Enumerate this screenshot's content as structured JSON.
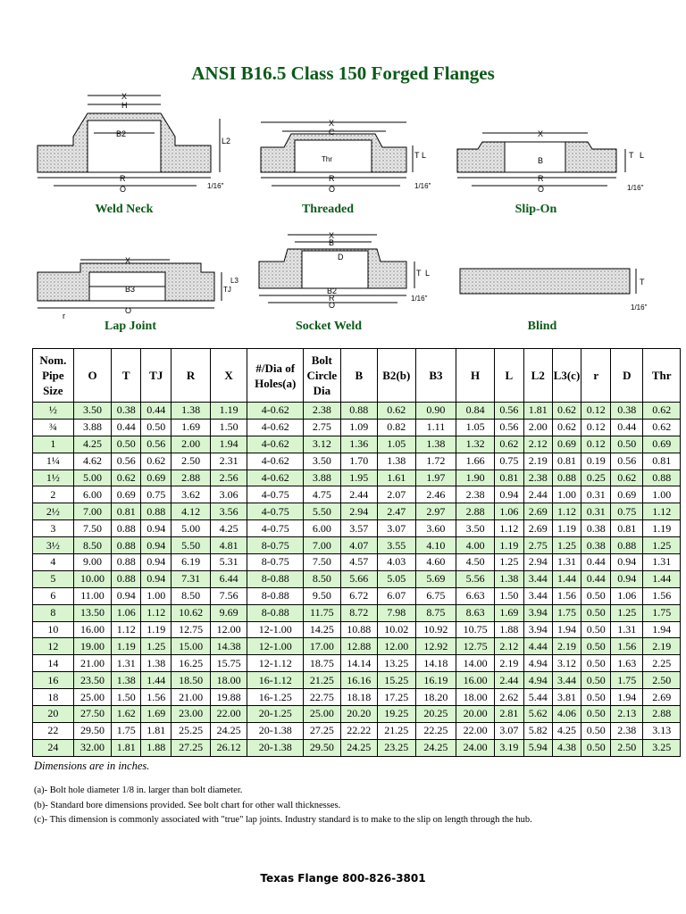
{
  "title": "ANSI B16.5 Class 150 Forged Flanges",
  "diagrams": [
    {
      "caption": "Weld Neck",
      "dims": [
        "X",
        "H",
        "B2",
        "L2",
        "R",
        "O",
        "1/16\""
      ]
    },
    {
      "caption": "Threaded",
      "dims": [
        "X",
        "C",
        "Thr",
        "T",
        "L",
        "R",
        "O",
        "1/16\""
      ]
    },
    {
      "caption": "Slip-On",
      "dims": [
        "X",
        "B",
        "T",
        "L",
        "R",
        "O",
        "1/16\""
      ]
    },
    {
      "caption": "Lap Joint",
      "dims": [
        "X",
        "B3",
        "TJ",
        "L3",
        "O",
        "r"
      ]
    },
    {
      "caption": "Socket Weld",
      "dims": [
        "X",
        "B",
        "D",
        "T",
        "L",
        "B2",
        "R",
        "O",
        "1/16\""
      ]
    },
    {
      "caption": "Blind",
      "dims": [
        "T",
        "1/16\""
      ]
    }
  ],
  "table": {
    "headers": [
      "Nom. Pipe Size",
      "O",
      "T",
      "TJ",
      "R",
      "X",
      "#/Dia of Holes(a)",
      "Bolt Circle Dia",
      "B",
      "B2(b)",
      "B3",
      "H",
      "L",
      "L2",
      "L3(c)",
      "r",
      "D",
      "Thr"
    ],
    "rows": [
      [
        "½",
        "3.50",
        "0.38",
        "0.44",
        "1.38",
        "1.19",
        "4-0.62",
        "2.38",
        "0.88",
        "0.62",
        "0.90",
        "0.84",
        "0.56",
        "1.81",
        "0.62",
        "0.12",
        "0.38",
        "0.62"
      ],
      [
        "¾",
        "3.88",
        "0.44",
        "0.50",
        "1.69",
        "1.50",
        "4-0.62",
        "2.75",
        "1.09",
        "0.82",
        "1.11",
        "1.05",
        "0.56",
        "2.00",
        "0.62",
        "0.12",
        "0.44",
        "0.62"
      ],
      [
        "1",
        "4.25",
        "0.50",
        "0.56",
        "2.00",
        "1.94",
        "4-0.62",
        "3.12",
        "1.36",
        "1.05",
        "1.38",
        "1.32",
        "0.62",
        "2.12",
        "0.69",
        "0.12",
        "0.50",
        "0.69"
      ],
      [
        "1¼",
        "4.62",
        "0.56",
        "0.62",
        "2.50",
        "2.31",
        "4-0.62",
        "3.50",
        "1.70",
        "1.38",
        "1.72",
        "1.66",
        "0.75",
        "2.19",
        "0.81",
        "0.19",
        "0.56",
        "0.81"
      ],
      [
        "1½",
        "5.00",
        "0.62",
        "0.69",
        "2.88",
        "2.56",
        "4-0.62",
        "3.88",
        "1.95",
        "1.61",
        "1.97",
        "1.90",
        "0.81",
        "2.38",
        "0.88",
        "0.25",
        "0.62",
        "0.88"
      ],
      [
        "2",
        "6.00",
        "0.69",
        "0.75",
        "3.62",
        "3.06",
        "4-0.75",
        "4.75",
        "2.44",
        "2.07",
        "2.46",
        "2.38",
        "0.94",
        "2.44",
        "1.00",
        "0.31",
        "0.69",
        "1.00"
      ],
      [
        "2½",
        "7.00",
        "0.81",
        "0.88",
        "4.12",
        "3.56",
        "4-0.75",
        "5.50",
        "2.94",
        "2.47",
        "2.97",
        "2.88",
        "1.06",
        "2.69",
        "1.12",
        "0.31",
        "0.75",
        "1.12"
      ],
      [
        "3",
        "7.50",
        "0.88",
        "0.94",
        "5.00",
        "4.25",
        "4-0.75",
        "6.00",
        "3.57",
        "3.07",
        "3.60",
        "3.50",
        "1.12",
        "2.69",
        "1.19",
        "0.38",
        "0.81",
        "1.19"
      ],
      [
        "3½",
        "8.50",
        "0.88",
        "0.94",
        "5.50",
        "4.81",
        "8-0.75",
        "7.00",
        "4.07",
        "3.55",
        "4.10",
        "4.00",
        "1.19",
        "2.75",
        "1.25",
        "0.38",
        "0.88",
        "1.25"
      ],
      [
        "4",
        "9.00",
        "0.88",
        "0.94",
        "6.19",
        "5.31",
        "8-0.75",
        "7.50",
        "4.57",
        "4.03",
        "4.60",
        "4.50",
        "1.25",
        "2.94",
        "1.31",
        "0.44",
        "0.94",
        "1.31"
      ],
      [
        "5",
        "10.00",
        "0.88",
        "0.94",
        "7.31",
        "6.44",
        "8-0.88",
        "8.50",
        "5.66",
        "5.05",
        "5.69",
        "5.56",
        "1.38",
        "3.44",
        "1.44",
        "0.44",
        "0.94",
        "1.44"
      ],
      [
        "6",
        "11.00",
        "0.94",
        "1.00",
        "8.50",
        "7.56",
        "8-0.88",
        "9.50",
        "6.72",
        "6.07",
        "6.75",
        "6.63",
        "1.50",
        "3.44",
        "1.56",
        "0.50",
        "1.06",
        "1.56"
      ],
      [
        "8",
        "13.50",
        "1.06",
        "1.12",
        "10.62",
        "9.69",
        "8-0.88",
        "11.75",
        "8.72",
        "7.98",
        "8.75",
        "8.63",
        "1.69",
        "3.94",
        "1.75",
        "0.50",
        "1.25",
        "1.75"
      ],
      [
        "10",
        "16.00",
        "1.12",
        "1.19",
        "12.75",
        "12.00",
        "12-1.00",
        "14.25",
        "10.88",
        "10.02",
        "10.92",
        "10.75",
        "1.88",
        "3.94",
        "1.94",
        "0.50",
        "1.31",
        "1.94"
      ],
      [
        "12",
        "19.00",
        "1.19",
        "1.25",
        "15.00",
        "14.38",
        "12-1.00",
        "17.00",
        "12.88",
        "12.00",
        "12.92",
        "12.75",
        "2.12",
        "4.44",
        "2.19",
        "0.50",
        "1.56",
        "2.19"
      ],
      [
        "14",
        "21.00",
        "1.31",
        "1.38",
        "16.25",
        "15.75",
        "12-1.12",
        "18.75",
        "14.14",
        "13.25",
        "14.18",
        "14.00",
        "2.19",
        "4.94",
        "3.12",
        "0.50",
        "1.63",
        "2.25"
      ],
      [
        "16",
        "23.50",
        "1.38",
        "1.44",
        "18.50",
        "18.00",
        "16-1.12",
        "21.25",
        "16.16",
        "15.25",
        "16.19",
        "16.00",
        "2.44",
        "4.94",
        "3.44",
        "0.50",
        "1.75",
        "2.50"
      ],
      [
        "18",
        "25.00",
        "1.50",
        "1.56",
        "21.00",
        "19.88",
        "16-1.25",
        "22.75",
        "18.18",
        "17.25",
        "18.20",
        "18.00",
        "2.62",
        "5.44",
        "3.81",
        "0.50",
        "1.94",
        "2.69"
      ],
      [
        "20",
        "27.50",
        "1.62",
        "1.69",
        "23.00",
        "22.00",
        "20-1.25",
        "25.00",
        "20.20",
        "19.25",
        "20.25",
        "20.00",
        "2.81",
        "5.62",
        "4.06",
        "0.50",
        "2.13",
        "2.88"
      ],
      [
        "22",
        "29.50",
        "1.75",
        "1.81",
        "25.25",
        "24.25",
        "20-1.38",
        "27.25",
        "22.22",
        "21.25",
        "22.25",
        "22.00",
        "3.07",
        "5.82",
        "4.25",
        "0.50",
        "2.38",
        "3.13"
      ],
      [
        "24",
        "32.00",
        "1.81",
        "1.88",
        "27.25",
        "26.12",
        "20-1.38",
        "29.50",
        "24.25",
        "23.25",
        "24.25",
        "24.00",
        "3.19",
        "5.94",
        "4.38",
        "0.50",
        "2.50",
        "3.25"
      ]
    ]
  },
  "dims_note": "Dimensions are in inches.",
  "notes": [
    "(a)-  Bolt hole diameter 1/8 in. larger than bolt diameter.",
    "(b)-  Standard bore dimensions provided.  See bolt chart for other wall thicknesses.",
    "(c)-  This dimension is commonly associated with \"true\" lap joints.  Industry standard is to make to the slip on length through the hub."
  ],
  "footer": "Texas Flange 800-826-3801",
  "colors": {
    "title": "#0b5a18",
    "row_shade": "#d9f5d0",
    "caption": "#0b5a18"
  }
}
